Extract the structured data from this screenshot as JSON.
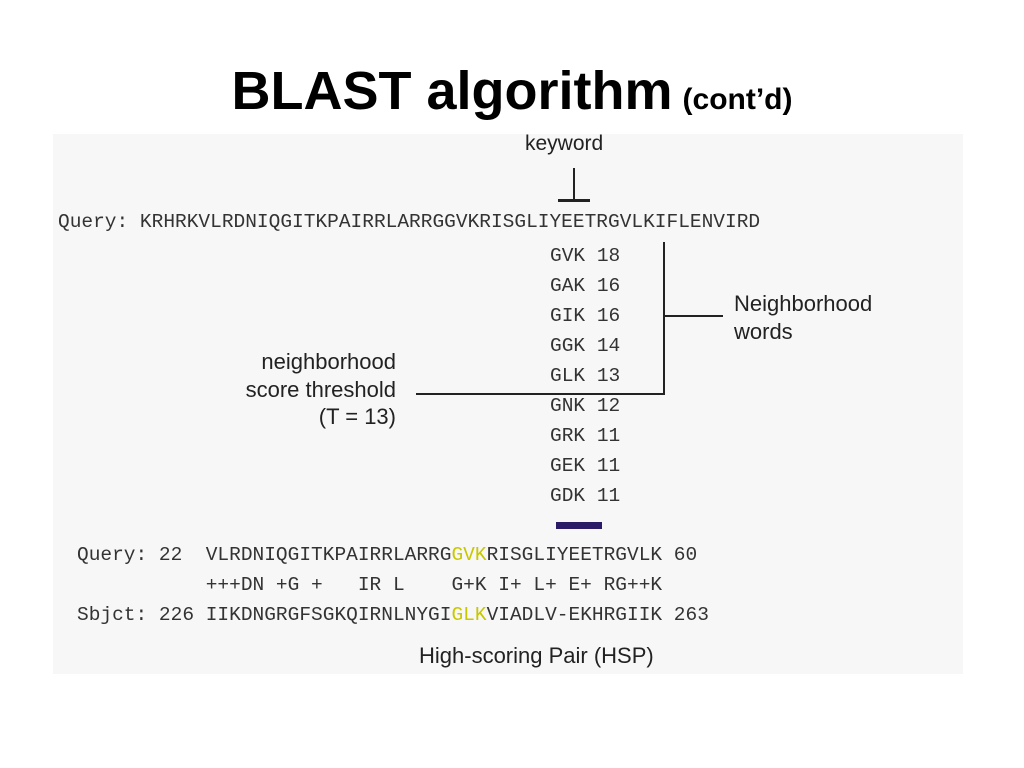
{
  "slide": {
    "title": "BLAST algorithm",
    "title_suffix": "(cont’d)"
  },
  "diagram": {
    "keyword_label": "keyword",
    "query_line": "Query: KRHRKVLRDNIQGITKPAIRRLARRGGVKRISGLIYEETRGVLKIFLENVIRD",
    "neighbor_words": [
      {
        "word": "GVK",
        "score": "18"
      },
      {
        "word": "GAK",
        "score": "16"
      },
      {
        "word": "GIK",
        "score": "16"
      },
      {
        "word": "GGK",
        "score": "14"
      },
      {
        "word": "GLK",
        "score": "13"
      },
      {
        "word": "GNK",
        "score": "12"
      },
      {
        "word": "GRK",
        "score": "11"
      },
      {
        "word": "GEK",
        "score": "11"
      },
      {
        "word": "GDK",
        "score": "11"
      }
    ],
    "neighborhood_words_label": "Neighborhood\nwords",
    "threshold_label": "neighborhood\nscore threshold\n(T = 13)",
    "alignment": {
      "query_prefix": "Query: 22  VLRDNIQGITKPAIRRLARRG",
      "query_hit": "GVK",
      "query_suffix": "RISGLIYEETRGVLK 60",
      "match_line": "           +++DN +G +   IR L    G+K I+ L+ E+ RG++K",
      "sbjct_prefix": "Sbjct: 226 IIKDNGRGFSGKQIRNLNYGI",
      "sbjct_hit": "GLK",
      "sbjct_suffix": "VIADLV-EKHRGIIK 263"
    },
    "hsp_label": "High-scoring Pair (HSP)",
    "highlight_color": "#c8c800",
    "hsp_bar_color": "#2b1a66"
  }
}
